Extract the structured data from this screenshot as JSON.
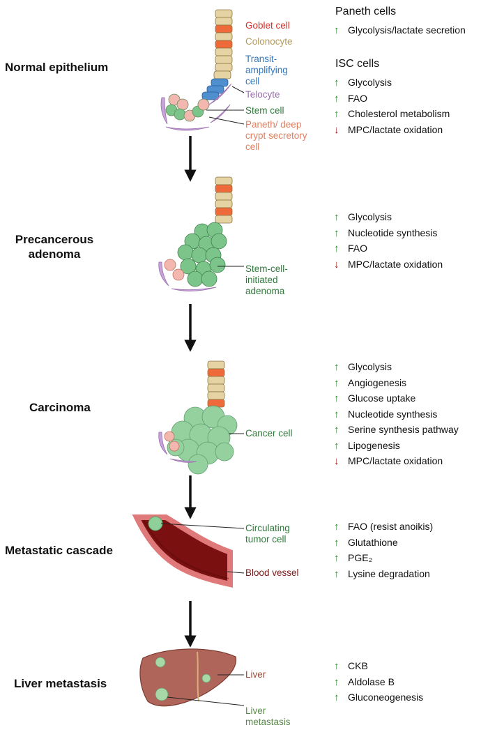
{
  "stages": {
    "normal": "Normal epithelium",
    "adenoma": "Precancerous adenoma",
    "carcinoma": "Carcinoma",
    "metastatic": "Metastatic cascade",
    "liver": "Liver metastasis"
  },
  "labels": {
    "goblet": "Goblet cell",
    "colonocyte": "Colonocyte",
    "transit": "Transit-amplifying cell",
    "telocyte": "Telocyte",
    "stem": "Stem cell",
    "paneth": "Paneth/ deep crypt secretory cell",
    "adenoma_cells": "Stem-cell-initiated adenoma",
    "cancer": "Cancer cell",
    "ctc": "Circulating tumor cell",
    "blood_vessel": "Blood vessel",
    "liver": "Liver",
    "liver_met": "Liver metastasis"
  },
  "colors": {
    "goblet": "#d4302a",
    "colonocyte": "#b59a5a",
    "transit": "#2f78bd",
    "telocyte": "#9a6fb0",
    "stem": "#2f7a3a",
    "paneth": "#e08060",
    "vessel": "#7a1a1a",
    "liver": "#9a4a3a",
    "liver_met": "#5a8a4a"
  },
  "paneth_header": "Paneth cells",
  "isc_header": "ISC cells",
  "metabolism": {
    "paneth": [
      {
        "dir": "up",
        "text": "Glycolysis/lactate secretion"
      }
    ],
    "isc": [
      {
        "dir": "up",
        "text": "Glycolysis"
      },
      {
        "dir": "up",
        "text": "FAO"
      },
      {
        "dir": "up",
        "text": "Cholesterol metabolism"
      },
      {
        "dir": "down",
        "text": "MPC/lactate oxidation"
      }
    ],
    "adenoma": [
      {
        "dir": "up",
        "text": "Glycolysis"
      },
      {
        "dir": "up",
        "text": "Nucleotide synthesis"
      },
      {
        "dir": "up",
        "text": "FAO"
      },
      {
        "dir": "down",
        "text": "MPC/lactate oxidation"
      }
    ],
    "carcinoma": [
      {
        "dir": "up",
        "text": "Glycolysis"
      },
      {
        "dir": "up",
        "text": "Angiogenesis"
      },
      {
        "dir": "up",
        "text": "Glucose uptake"
      },
      {
        "dir": "up",
        "text": "Nucleotide synthesis"
      },
      {
        "dir": "up",
        "text": "Serine synthesis pathway"
      },
      {
        "dir": "up",
        "text": "Lipogenesis"
      },
      {
        "dir": "down",
        "text": "MPC/lactate oxidation"
      }
    ],
    "metastatic": [
      {
        "dir": "up",
        "text": "FAO (resist anoikis)"
      },
      {
        "dir": "up",
        "text": "Glutathione"
      },
      {
        "dir": "up",
        "text": "PGE₂"
      },
      {
        "dir": "up",
        "text": "Lysine degradation"
      }
    ],
    "liver": [
      {
        "dir": "up",
        "text": "CKB"
      },
      {
        "dir": "up",
        "text": "Aldolase B"
      },
      {
        "dir": "up",
        "text": "Gluconeogenesis"
      }
    ]
  }
}
